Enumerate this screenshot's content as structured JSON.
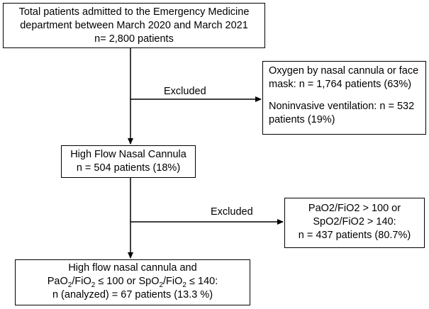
{
  "boxes": {
    "total": {
      "line1": "Total patients admitted to the Emergency Medicine",
      "line2": "department between March 2020 and March 2021",
      "line3": "n= 2,800 patients"
    },
    "excluded1": {
      "item1_line1": "Oxygen by nasal cannula or face",
      "item1_line2": "mask: n = 1,764 patients (63%)",
      "item2_line1": "Noninvasive ventilation: n = 532",
      "item2_line2": "patients (19%)"
    },
    "hfnc": {
      "line1": "High Flow Nasal Cannula",
      "line2": "n = 504 patients (18%)"
    },
    "excluded2": {
      "line1": "PaO2/FiO2 > 100 or",
      "line2": "SpO2/FiO2 > 140:",
      "line3": "n = 437 patients (80.7%)"
    },
    "analyzed": {
      "line1": "High flow nasal cannula and",
      "line2_pao": "PaO",
      "line2_sub1": "2",
      "line2_mid1": "/FiO",
      "line2_sub2": "2",
      "line2_mid2": " ≤ 100 or SpO",
      "line2_sub3": "2",
      "line2_mid3": "/FiO",
      "line2_sub4": "2",
      "line2_end": " ≤ 140:",
      "line3": "n (analyzed) = 67 patients (13.3 %)"
    }
  },
  "labels": {
    "excluded_1": "Excluded",
    "excluded_2": "Excluded"
  }
}
